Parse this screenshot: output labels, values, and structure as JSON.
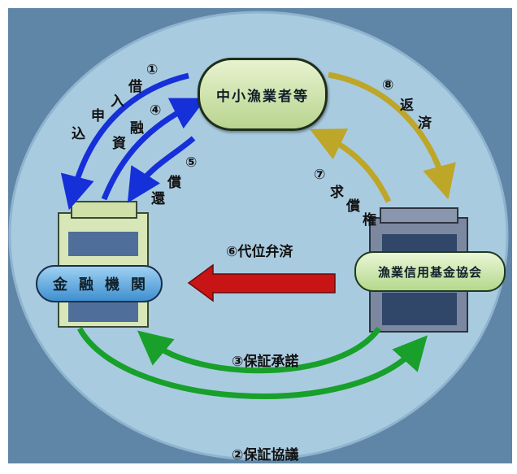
{
  "nodes": {
    "fishers": "中小漁業者等",
    "bank": "金融機関",
    "fund": "漁業信用基金協会"
  },
  "flows": {
    "loan_request": "①借入申込",
    "financing": "④融資",
    "repayment_bank": "⑤償還",
    "guarantee_consult": "②保証協議",
    "guarantee_approval": "③保証承諾",
    "subrogation": "⑥代位弁済",
    "reimbursement_claim": "⑦求償権",
    "repayment_fund": "⑧返済"
  },
  "colors": {
    "background_outer": "#5f86a6",
    "ellipse": "#a9cbe0",
    "arrow_blue": "#1530d8",
    "arrow_green": "#18a02a",
    "arrow_olive": "#bda628",
    "arrow_red": "#c81414"
  },
  "labels_display": {
    "loan_request_chars": [
      "込",
      "申",
      "入",
      "借",
      "①"
    ],
    "financing_chars": [
      "資",
      "融",
      "④"
    ],
    "repayment_bank_chars": [
      "還",
      "償",
      "⑤"
    ],
    "claim_chars": [
      "⑦",
      "求",
      "償",
      "権"
    ],
    "return_chars": [
      "⑧",
      "返",
      "済"
    ]
  }
}
